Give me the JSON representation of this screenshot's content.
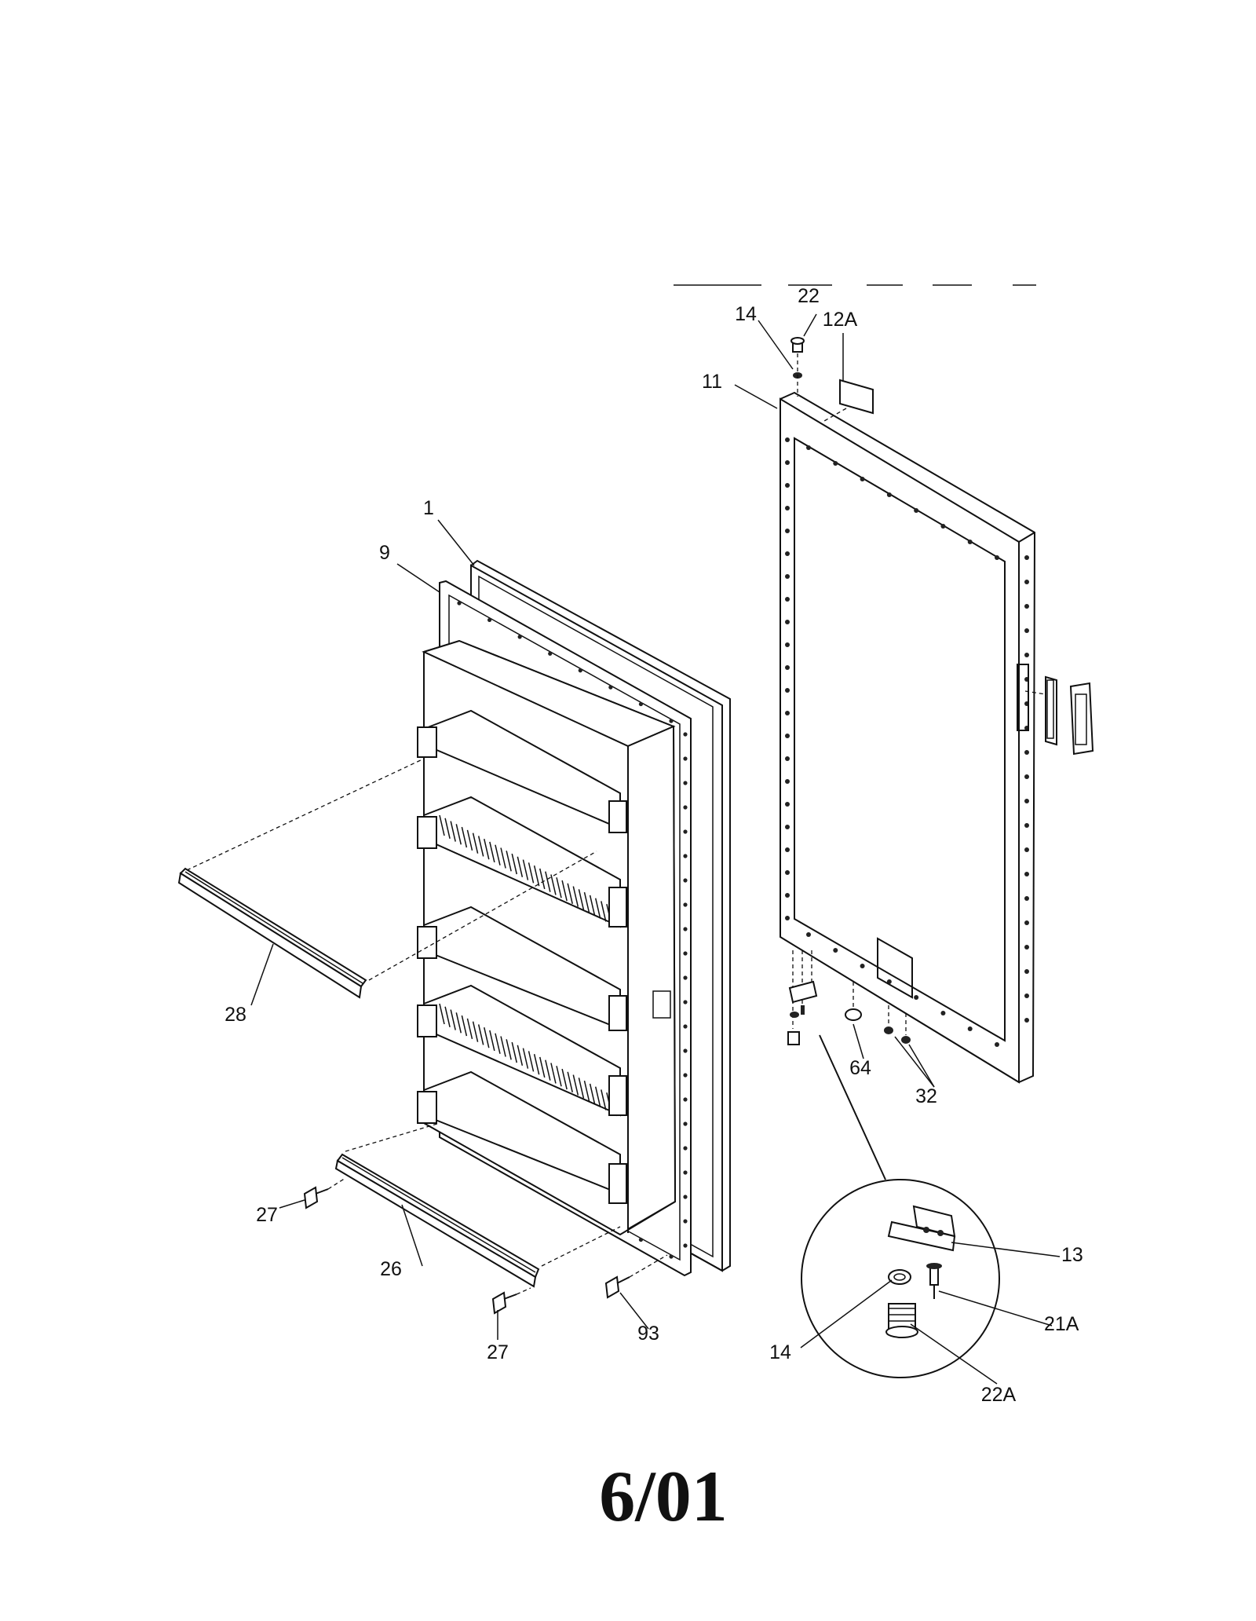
{
  "callouts": {
    "c22": "22",
    "c14_top": "14",
    "c12A": "12A",
    "c11": "11",
    "c1": "1",
    "c9": "9",
    "c28": "28",
    "c64": "64",
    "c32": "32",
    "c13": "13",
    "c27_left": "27",
    "c26": "26",
    "c27_bottom": "27",
    "c93": "93",
    "c14_detail": "14",
    "c21A": "21A",
    "c22A": "22A"
  },
  "footer": {
    "date_code": "6/01"
  }
}
